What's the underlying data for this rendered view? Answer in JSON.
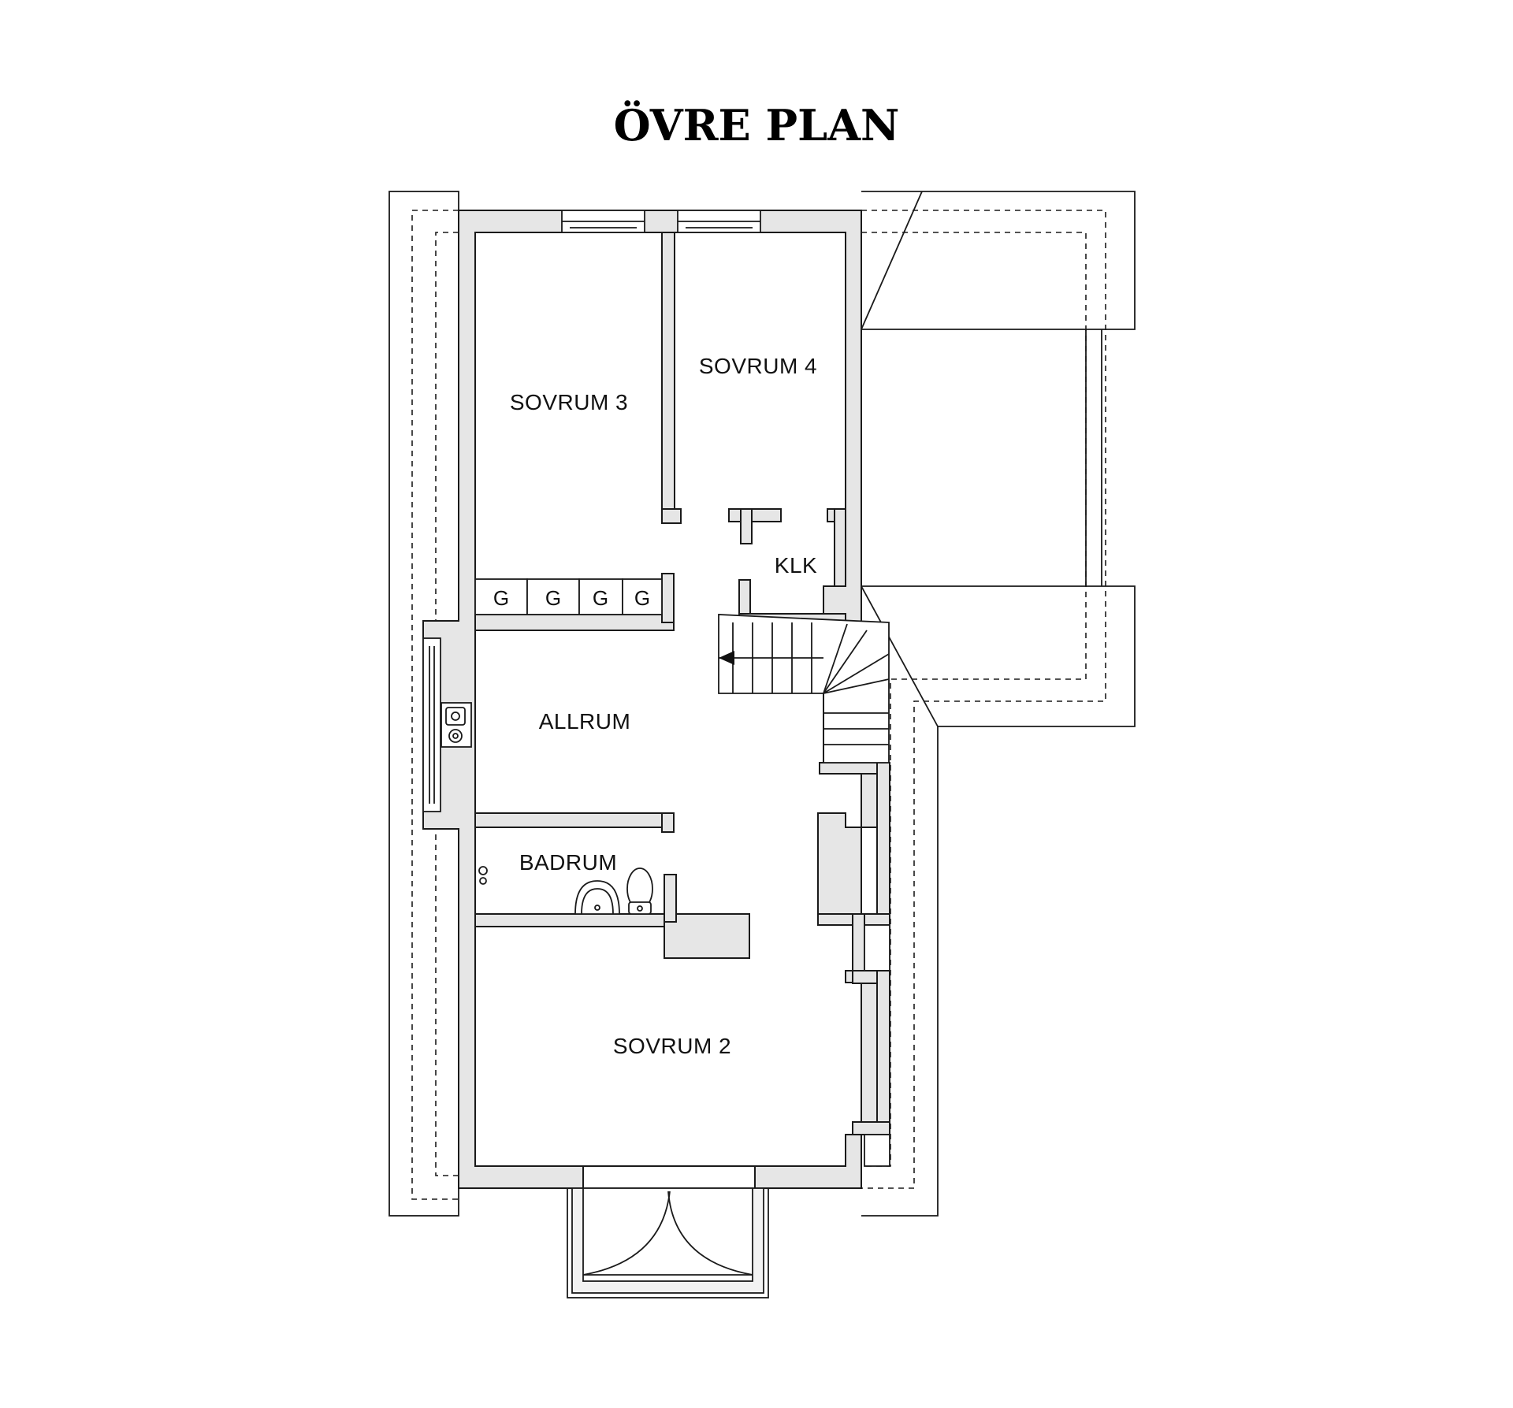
{
  "title": "ÖVRE PLAN",
  "rooms": {
    "sovrum3": "SOVRUM 3",
    "sovrum4": "SOVRUM 4",
    "klk": "KLK",
    "allrum": "ALLRUM",
    "badrum": "BADRUM",
    "sovrum2": "SOVRUM 2"
  },
  "wardrobes": [
    "G",
    "G",
    "G",
    "G"
  ],
  "colors": {
    "wall_fill": "#e6e6e6",
    "line": "#1a1a1a",
    "background": "#ffffff"
  }
}
